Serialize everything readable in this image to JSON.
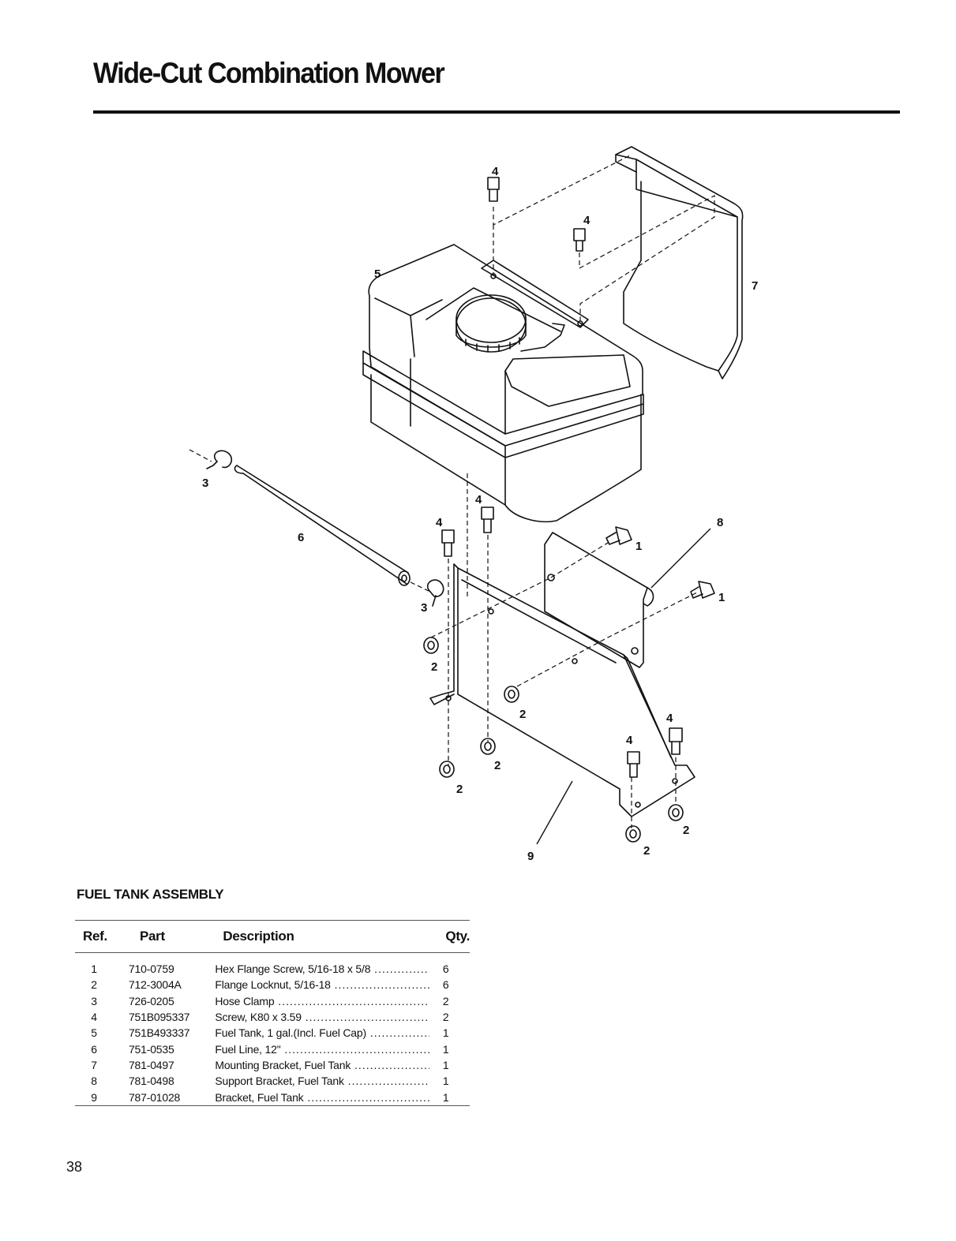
{
  "page": {
    "title": "Wide-Cut Combination Mower",
    "page_number": "38"
  },
  "diagram": {
    "callouts": [
      "1",
      "1",
      "2",
      "2",
      "2",
      "2",
      "2",
      "2",
      "2",
      "3",
      "3",
      "4",
      "4",
      "4",
      "4",
      "4",
      "4",
      "5",
      "6",
      "7",
      "8",
      "9"
    ]
  },
  "section": {
    "heading": "FUEL TANK ASSEMBLY"
  },
  "parts_table": {
    "headers": {
      "ref": "Ref.",
      "part": "Part",
      "description": "Description",
      "qty": "Qty."
    },
    "rows": [
      {
        "ref": "1",
        "part": "710-0759",
        "description": "Hex Flange Screw, 5/16-18 x 5/8",
        "qty": "6"
      },
      {
        "ref": "2",
        "part": "712-3004A",
        "description": "Flange Locknut, 5/16-18",
        "qty": "6"
      },
      {
        "ref": "3",
        "part": "726-0205",
        "description": "Hose Clamp",
        "qty": "2"
      },
      {
        "ref": "4",
        "part": "751B095337",
        "description": "Screw, K80 x 3.59",
        "qty": "2"
      },
      {
        "ref": "5",
        "part": "751B493337",
        "description": "Fuel Tank, 1 gal.(Incl. Fuel Cap)",
        "qty": "1"
      },
      {
        "ref": "6",
        "part": "751-0535",
        "description": "Fuel Line, 12\"",
        "qty": "1"
      },
      {
        "ref": "7",
        "part": "781-0497",
        "description": "Mounting Bracket, Fuel Tank",
        "qty": "1"
      },
      {
        "ref": "8",
        "part": "781-0498",
        "description": "Support Bracket, Fuel Tank",
        "qty": "1"
      },
      {
        "ref": "9",
        "part": "787-01028",
        "description": "Bracket, Fuel Tank",
        "qty": "1"
      }
    ]
  }
}
